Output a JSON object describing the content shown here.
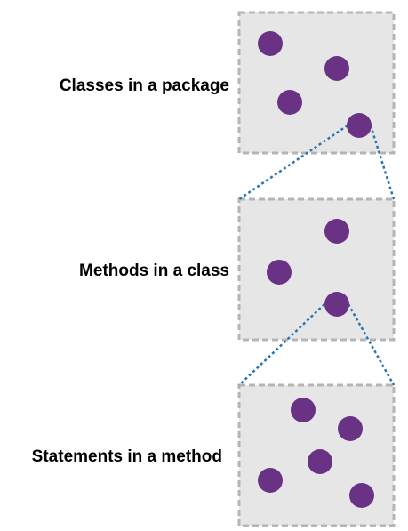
{
  "colors": {
    "box_fill": "#e6e6e6",
    "box_border": "#b5b5b5",
    "dot": "#6a3284",
    "connector": "#2a73ad",
    "label": "#000000"
  },
  "levels": [
    {
      "label": "Classes in a package",
      "dot_count": 4
    },
    {
      "label": "Methods in a class",
      "dot_count": 3
    },
    {
      "label": "Statements in a method",
      "dot_count": 5
    }
  ]
}
